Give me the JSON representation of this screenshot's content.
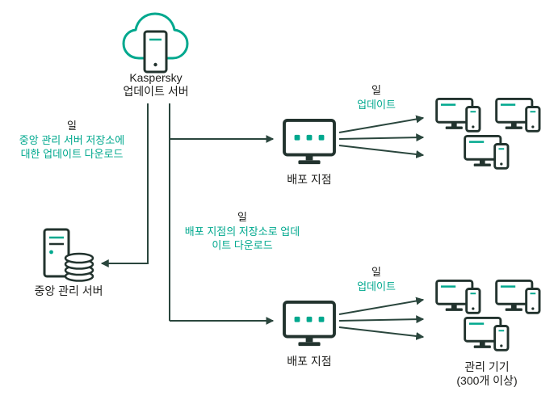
{
  "colors": {
    "teal": "#00a88e",
    "dark_icon": "#22332e",
    "arrow": "#2a463d",
    "text": "#1d1d1b"
  },
  "nodes": {
    "update_server": {
      "line1": "Kaspersky",
      "line2": "업데이트 서버"
    },
    "admin_server": {
      "label": "중앙 관리 서버"
    },
    "distribution_point_top": {
      "label": "배포 지점"
    },
    "distribution_point_bottom": {
      "label": "배포 지점"
    },
    "managed_devices": {
      "line1": "관리 기기",
      "line2": "(300개 이상)"
    }
  },
  "annotations": {
    "admin_download": {
      "day": "일",
      "lines": [
        "중앙 관리 서버 저장소에",
        "대한 업데이트 다운로드"
      ]
    },
    "dp_download": {
      "day": "일",
      "lines": [
        "배포 지점의 저장소로 업데",
        "이트 다운로드"
      ]
    },
    "update_top": {
      "day": "일",
      "label": "업데이트"
    },
    "update_bottom": {
      "day": "일",
      "label": "업데이트"
    }
  }
}
